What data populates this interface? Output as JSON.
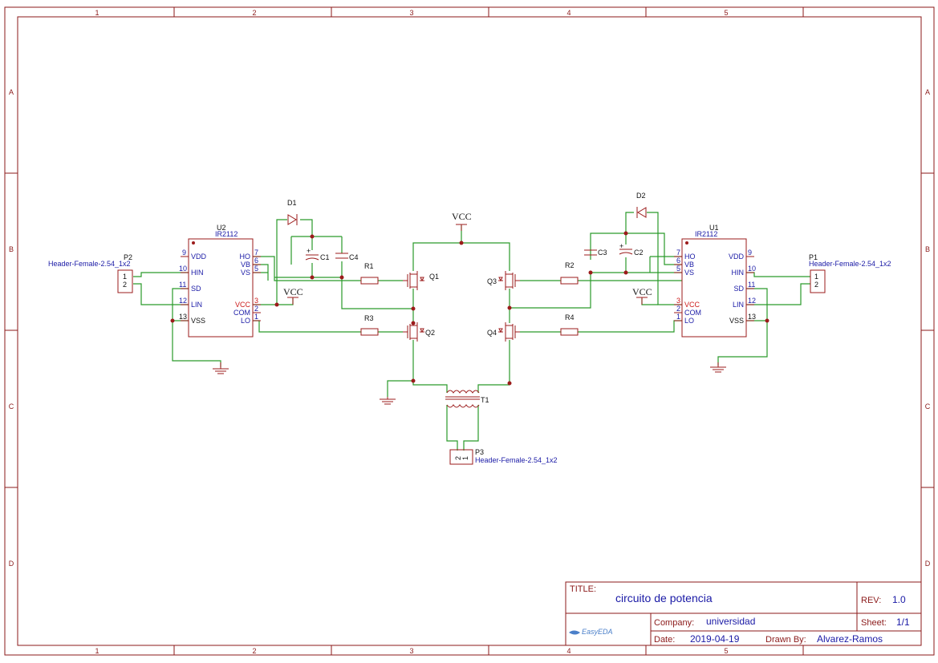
{
  "frame": {
    "columns": [
      "1",
      "2",
      "3",
      "4",
      "5"
    ],
    "rows": [
      "A",
      "B",
      "C",
      "D"
    ]
  },
  "u2": {
    "ref": "U2",
    "part": "IR2112",
    "left_pins": [
      {
        "num": "9",
        "name": "VDD"
      },
      {
        "num": "10",
        "name": "HIN"
      },
      {
        "num": "11",
        "name": "SD"
      },
      {
        "num": "12",
        "name": "LIN"
      },
      {
        "num": "13",
        "name": "VSS"
      }
    ],
    "right_pins": [
      {
        "num": "7",
        "name": "HO"
      },
      {
        "num": "6",
        "name": "VB"
      },
      {
        "num": "5",
        "name": "VS"
      },
      {
        "num": "3",
        "name": "VCC"
      },
      {
        "num": "2",
        "name": "COM"
      },
      {
        "num": "1",
        "name": "LO"
      }
    ]
  },
  "u1": {
    "ref": "U1",
    "part": "IR2112",
    "left_pins": [
      {
        "num": "7",
        "name": "HO"
      },
      {
        "num": "6",
        "name": "VB"
      },
      {
        "num": "5",
        "name": "VS"
      },
      {
        "num": "3",
        "name": "VCC"
      },
      {
        "num": "2",
        "name": "COM"
      },
      {
        "num": "1",
        "name": "LO"
      }
    ],
    "right_pins": [
      {
        "num": "9",
        "name": "VDD"
      },
      {
        "num": "10",
        "name": "HIN"
      },
      {
        "num": "11",
        "name": "SD"
      },
      {
        "num": "12",
        "name": "LIN"
      },
      {
        "num": "13",
        "name": "VSS"
      }
    ]
  },
  "p1": {
    "ref": "P1",
    "part": "Header-Female-2.54_1x2",
    "pin1": "1",
    "pin2": "2"
  },
  "p2": {
    "ref": "P2",
    "part": "Header-Female-2.54_1x2",
    "pin1": "1",
    "pin2": "2"
  },
  "p3": {
    "ref": "P3",
    "part": "Header-Female-2.54_1x2",
    "pin1": "1",
    "pin2": "2"
  },
  "diodes": {
    "d1": "D1",
    "d2": "D2"
  },
  "capacitors": {
    "c1": "C1",
    "c2": "C2",
    "c3": "C3",
    "c4": "C4"
  },
  "resistors": {
    "r1": "R1",
    "r2": "R2",
    "r3": "R3",
    "r4": "R4"
  },
  "transistors": {
    "q1": "Q1",
    "q2": "Q2",
    "q3": "Q3",
    "q4": "Q4"
  },
  "transformer": {
    "ref": "T1"
  },
  "power": {
    "vcc": "VCC"
  },
  "title_block": {
    "title_label": "TITLE:",
    "title": "circuito de potencia",
    "rev_label": "REV:",
    "rev": "1.0",
    "company_label": "Company:",
    "company": "universidad",
    "sheet_label": "Sheet:",
    "sheet": "1/1",
    "date_label": "Date:",
    "date": "2019-04-19",
    "drawn_label": "Drawn By:",
    "drawn_by": "Alvarez-Ramos",
    "logo_text": "EasyEDA"
  },
  "colors": {
    "frame": "#8b1a1a",
    "wire": "#2a9a2a",
    "component": "#9b1b1b",
    "label": "#1a1aa6"
  }
}
